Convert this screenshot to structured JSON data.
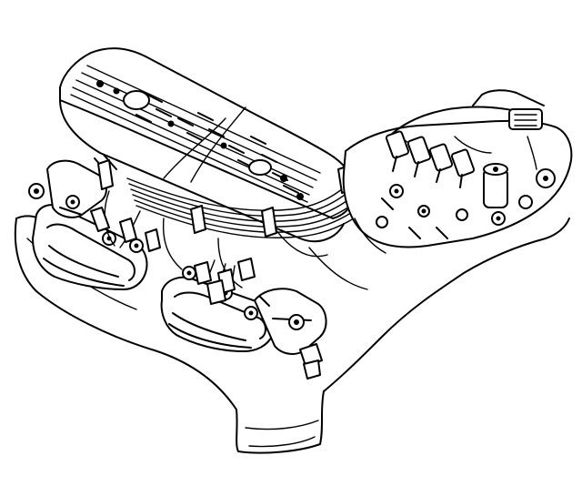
{
  "colors": {
    "ink": "#000000",
    "paper": "#ffffff"
  },
  "components": [
    "valve-cover",
    "left-exhaust-manifold",
    "right-exhaust-manifold",
    "spark-plug-wires",
    "distributor",
    "wire-loom-brackets"
  ]
}
